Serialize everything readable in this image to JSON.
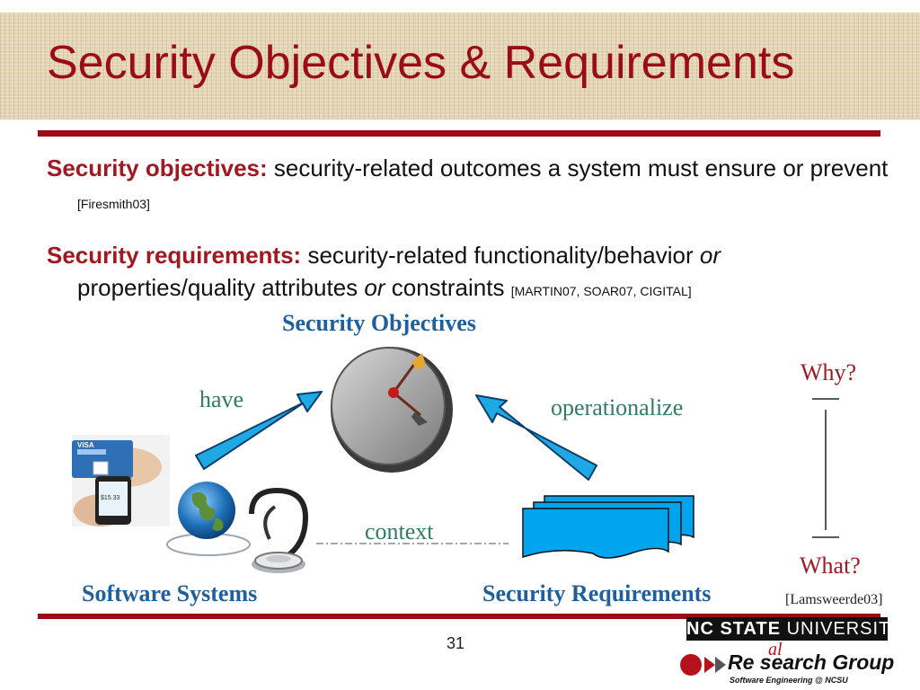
{
  "slide": {
    "title": "Security Objectives & Requirements",
    "page_number": "31"
  },
  "definitions": [
    {
      "term": "Security objectives:",
      "text": " security-related outcomes a system must ensure or prevent ",
      "citation": "[Firesmith03]"
    },
    {
      "term": "Security requirements:",
      "text_before": " security-related functionality/behavior ",
      "or_1": "or",
      "text_middle": " properties/quality attributes ",
      "or_2": "or",
      "text_after": " constraints ",
      "citation": "[MARTIN07, SOAR07, CIGITAL]"
    }
  ],
  "diagram": {
    "objectives_caption": "Security Objectives",
    "have_label": "have",
    "operationalize_label": "operationalize",
    "context_label": "context",
    "software_caption": "Software Systems",
    "requirements_caption": "Security Requirements",
    "why_label": "Why?",
    "what_label": "What?",
    "citation": "[Lamsweerde03]",
    "credit_card_text": "VISA",
    "phone_text": "$15.33"
  },
  "branding": {
    "nc_state_bold": "NC STATE",
    "nc_state_rest": " UNIVERSITY",
    "research_group": "Re search Group",
    "research_group_overlay": "al",
    "research_group_sub": "Software Engineering @ NCSU"
  },
  "colors": {
    "title_red": "#9a0c18",
    "term_red": "#a01821",
    "caption_blue": "#1f5f9e",
    "label_green": "#2f7c65",
    "arrow_blue": "#1fa9e4",
    "document_cyan": "#00a4ef"
  }
}
